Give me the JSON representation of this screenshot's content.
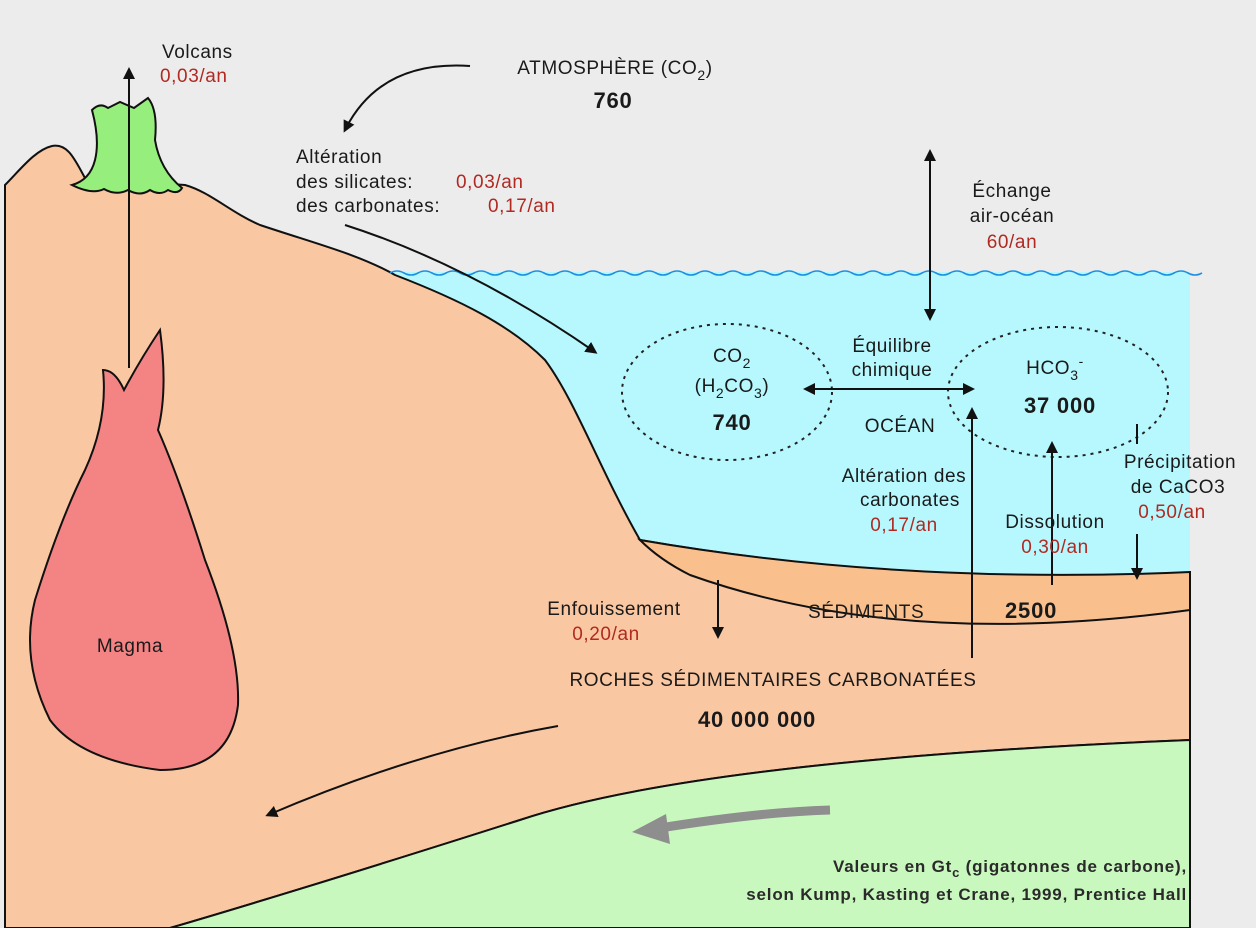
{
  "colors": {
    "sky": "#ececec",
    "ocean": "#b6f8fd",
    "crust": "#f9c7a2",
    "sediment_layer": "#f9c08e",
    "mantle": "#c9f8bf",
    "volcano": "#96ef7c",
    "magma": "#f48484",
    "flux_value": "#b02a22",
    "water_line": "#1d8ee0",
    "flow_arrow": "#8e8e8e"
  },
  "reservoirs": {
    "atmosphere_label": "ATMOSPHÈRE (CO",
    "atmosphere_sub": "2",
    "atmosphere_close": ")",
    "atmosphere_value": "760",
    "ocean_label": "OCÉAN",
    "co2_main": "CO",
    "co2_sub": "2",
    "h2co3_open": "(H",
    "h2co3_sub1": "2",
    "h2co3_mid": "CO",
    "h2co3_sub2": "3",
    "h2co3_close": ")",
    "co2_value": "740",
    "hco3_main": "HCO",
    "hco3_sub": "3",
    "hco3_sup": "-",
    "hco3_value": "37 000",
    "sediments_label": "SÉDIMENTS",
    "sediments_value": "2500",
    "rocks_label": "ROCHES SÉDIMENTAIRES CARBONATÉES",
    "rocks_value": "40 000 000",
    "magma_label": "Magma"
  },
  "fluxes": {
    "volcans": {
      "label": "Volcans",
      "value": "0,03/an"
    },
    "weathering_title": "Altération",
    "silicates": {
      "label": "des silicates:",
      "value": "0,03/an"
    },
    "carbonates_land": {
      "label": "des carbonates:",
      "value": "0,17/an"
    },
    "exchange": {
      "label1": "Échange",
      "label2": "air-océan",
      "value": "60/an"
    },
    "equilibrium": {
      "label1": "Équilibre",
      "label2": "chimique"
    },
    "carbonate_weathering": {
      "label1": "Altération des",
      "label2": "carbonates",
      "value": "0,17/an"
    },
    "dissolution": {
      "label": "Dissolution",
      "value": "0,30/an"
    },
    "precipitation": {
      "label1": "Précipitation",
      "label2": "de CaCO3",
      "value": "0,50/an"
    },
    "burial": {
      "label": "Enfouissement",
      "value": "0,20/an"
    }
  },
  "source_note": {
    "line1_a": "Valeurs en Gt",
    "line1_sub": "c",
    "line1_b": " (gigatonnes de carbone),",
    "line2": "selon Kump, Kasting et Crane, 1999, Prentice Hall"
  }
}
